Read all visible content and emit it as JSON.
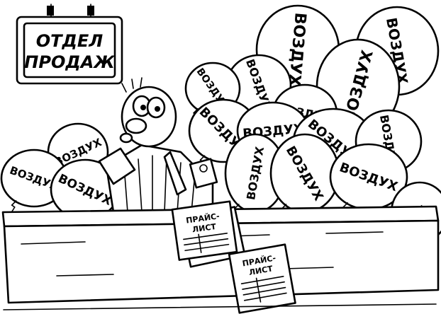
{
  "sign": {
    "line1": "ОТДЕЛ",
    "line2": "ПРОДАЖ"
  },
  "balloon_label": "ВОЗДУХ",
  "balloon_label_partial": "УХ",
  "price_list": {
    "line1": "ПРАЙС-",
    "line2": "ЛИСТ"
  },
  "colors": {
    "ink": "#000000",
    "paper": "#ffffff"
  }
}
